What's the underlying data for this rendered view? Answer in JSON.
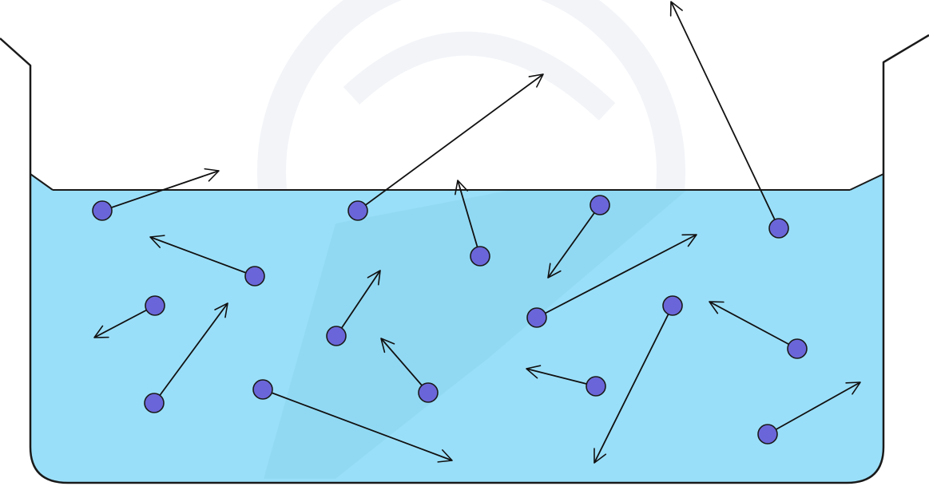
{
  "diagram": {
    "subject": "evaporation-molecule-motion",
    "colors": {
      "background": "#ffffff",
      "liquid": "#9adff9",
      "liquid_shade": "#8ad3ef",
      "watermark": "#f2f4f8",
      "container_stroke": "#1a1a1a",
      "molecule_fill": "#6a66d9",
      "molecule_stroke": "#1a1a1a",
      "arrow": "#111111"
    },
    "molecules": [
      {
        "id": "m1",
        "zone": "near-surface",
        "escapes": false
      },
      {
        "id": "m2",
        "zone": "near-surface",
        "escapes": true
      },
      {
        "id": "m3",
        "zone": "near-surface",
        "escapes": false
      },
      {
        "id": "m4",
        "zone": "near-surface",
        "escapes": false
      },
      {
        "id": "m5",
        "zone": "near-surface",
        "escapes": true
      },
      {
        "id": "m6",
        "zone": "middle",
        "escapes": false
      },
      {
        "id": "m7",
        "zone": "middle",
        "escapes": false
      },
      {
        "id": "m8",
        "zone": "middle",
        "escapes": false
      },
      {
        "id": "m9",
        "zone": "middle",
        "escapes": false
      },
      {
        "id": "m10",
        "zone": "middle",
        "escapes": false
      },
      {
        "id": "m11",
        "zone": "middle",
        "escapes": false
      },
      {
        "id": "m12",
        "zone": "bottom",
        "escapes": false
      },
      {
        "id": "m13",
        "zone": "bottom",
        "escapes": false
      },
      {
        "id": "m14",
        "zone": "bottom",
        "escapes": false
      },
      {
        "id": "m15",
        "zone": "bottom",
        "escapes": false
      },
      {
        "id": "m16",
        "zone": "bottom",
        "escapes": false
      },
      {
        "id": "m17",
        "zone": "bottom",
        "escapes": false
      }
    ]
  }
}
